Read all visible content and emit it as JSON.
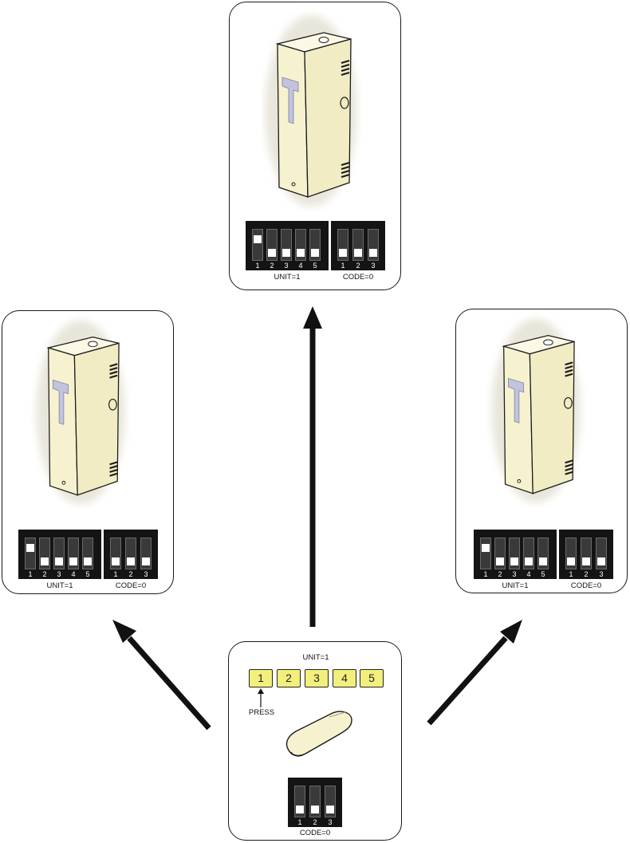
{
  "receivers": [
    {
      "id": "top",
      "unit": {
        "caption": "UNIT=1",
        "numbers": [
          "1",
          "2",
          "3",
          "4",
          "5"
        ],
        "up": [
          true,
          false,
          false,
          false,
          false
        ]
      },
      "code": {
        "caption": "CODE=0",
        "numbers": [
          "1",
          "2",
          "3"
        ],
        "up": [
          false,
          false,
          false
        ]
      }
    },
    {
      "id": "left",
      "unit": {
        "caption": "UNIT=1",
        "numbers": [
          "1",
          "2",
          "3",
          "4",
          "5"
        ],
        "up": [
          true,
          false,
          false,
          false,
          false
        ]
      },
      "code": {
        "caption": "CODE=0",
        "numbers": [
          "1",
          "2",
          "3"
        ],
        "up": [
          false,
          false,
          false
        ]
      }
    },
    {
      "id": "right",
      "unit": {
        "caption": "UNIT=1",
        "numbers": [
          "1",
          "2",
          "3",
          "4",
          "5"
        ],
        "up": [
          true,
          false,
          false,
          false,
          false
        ]
      },
      "code": {
        "caption": "CODE=0",
        "numbers": [
          "1",
          "2",
          "3"
        ],
        "up": [
          false,
          false,
          false
        ]
      }
    }
  ],
  "transmitter": {
    "unit_caption": "UNIT=1",
    "keys": [
      "1",
      "2",
      "3",
      "4",
      "5"
    ],
    "press_label": "PRESS",
    "code": {
      "caption": "CODE=0",
      "numbers": [
        "1",
        "2",
        "3"
      ],
      "up": [
        false,
        false,
        false
      ]
    }
  },
  "colors": {
    "device_body": "#f6f2cf",
    "device_top": "#fbf9e6",
    "label_plate": "#c2c3dd",
    "key_fill": "#f3ef7c",
    "outline": "#1a1a1a"
  }
}
